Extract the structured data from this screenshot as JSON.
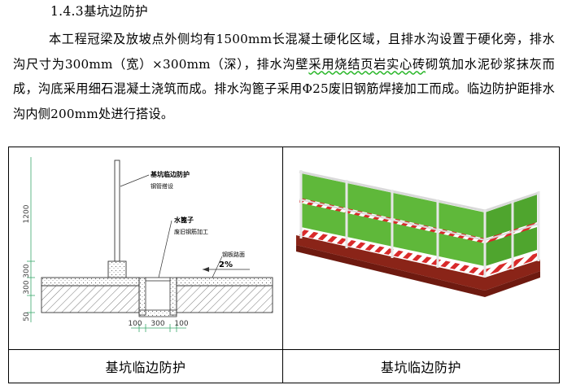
{
  "heading": "1.4.3基坑边防护",
  "paragraph": {
    "p1": "本工程冠梁及放坡点外侧均有1500mm长混凝土硬化区域，且排水沟设置于硬化旁，排水沟尺寸为300mm（宽）×300mm（深），排水沟壁",
    "p2": "采用烧结页岩实心砖",
    "p3": "砌筑加水泥砂浆抹灰而成，沟底采用细石混凝土浇筑而成。排水沟篦子采用Φ25废旧钢筋焊接加工而成。临边防护距排水沟内侧200mm处进行搭设。"
  },
  "drawing": {
    "label_guard": "基坑临边防护",
    "label_guard2": "钢管搭设",
    "label_grate": "水篦子",
    "label_grate2": "废旧钢筋加工",
    "label_slab": "钢板路面",
    "slope": "2%",
    "dim_1200": "1200",
    "dim_300a": "300",
    "dim_300b": "300",
    "dim_50": "50",
    "dim_bottom_100a": "100",
    "dim_bottom_300": "300",
    "dim_bottom_100b": "100"
  },
  "captions": {
    "left": "基坑临边防护",
    "right": "基坑临边防护"
  },
  "colors": {
    "mesh_green": "#5fb83a",
    "stripe_red": "#d92a2a",
    "brick": "#8a2418",
    "rail_white": "#e8e8e8"
  }
}
